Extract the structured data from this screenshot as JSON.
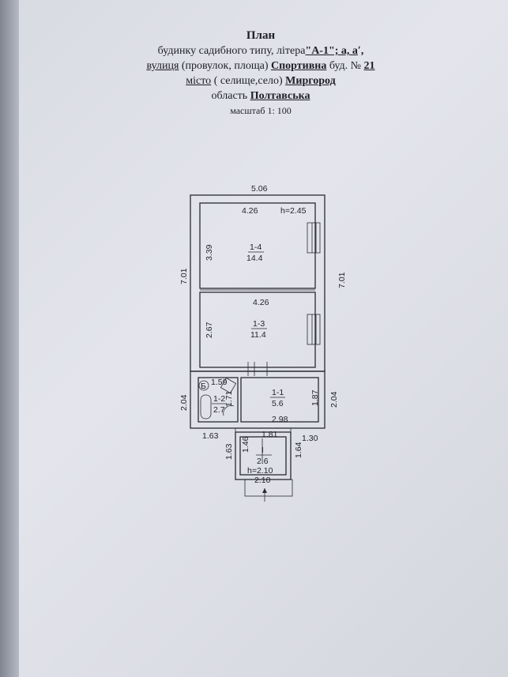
{
  "header": {
    "title": "План",
    "line2_prefix": "будинку садибного типу, літера",
    "litera": "\"А-1\"; а, а",
    "line3_a": "вулиця",
    "line3_b": "(провулок, площа)",
    "street": "Спортивна",
    "line3_c": "буд. №",
    "house_no": "21",
    "line4_a": "місто",
    "line4_b": "( селище,село)",
    "city": "Миргород",
    "line5_a": "область",
    "region": "Полтавська",
    "scale": "масштаб  1: 100"
  },
  "plan": {
    "dims": {
      "top_width": "5.06",
      "left_height": "7.01",
      "right_height": "7.01",
      "room14_width": "4.26",
      "ceiling_height": "h=2.45",
      "room14_height": "3.39",
      "room13_width": "4.26",
      "room13_height": "2.67",
      "bath_width": "1.59",
      "bath_depth": "1.71",
      "ext_left_height": "2.04",
      "ext_right_height": "2.04",
      "hall_height": "1.87",
      "hall_width": "2.98",
      "bottom_left": "1.63",
      "bottom_right": "1.30",
      "porch_width_top": "1.81",
      "porch_inner_left": "1.46",
      "porch_outer_left": "1.63",
      "porch_right": "1.64",
      "porch_height": "h=2.10",
      "porch_width": "2.10"
    },
    "rooms": [
      {
        "id": "1-4",
        "area": "14.4"
      },
      {
        "id": "1-3",
        "area": "11.4"
      },
      {
        "id": "1-1",
        "area": "5.6"
      },
      {
        "id": "1-2",
        "area": "2.7"
      },
      {
        "id": "I",
        "area": "2.6"
      }
    ],
    "boiler_label": "Б"
  }
}
